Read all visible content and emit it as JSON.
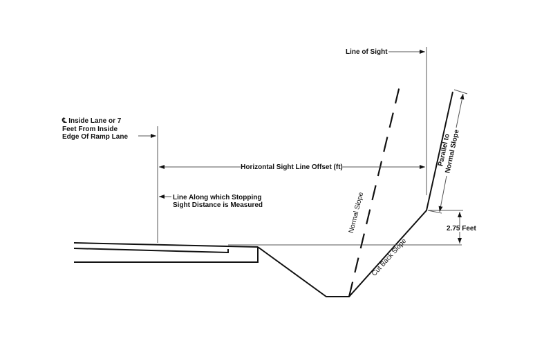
{
  "labels": {
    "centerline_symbol": "℄",
    "centerline_line1": "Inside Lane or 7",
    "centerline_line2": "Feet From Inside",
    "centerline_line3": "Edge Of Ramp Lane",
    "line_of_sight": "Line of Sight",
    "horizontal_offset": "Horizontal Sight Line Offset (ft)",
    "ssd_line1": "Line Along which Stopping",
    "ssd_line2": "Sight Distance is Measured",
    "normal_slope": "Normal Slope",
    "cut_back_slope": "Cut Back Slope",
    "parallel_line1": "Parallel to",
    "parallel_line2": "Normal Slope",
    "height": "2.75 Feet"
  },
  "colors": {
    "line": "#111111",
    "thin": "#555555"
  }
}
